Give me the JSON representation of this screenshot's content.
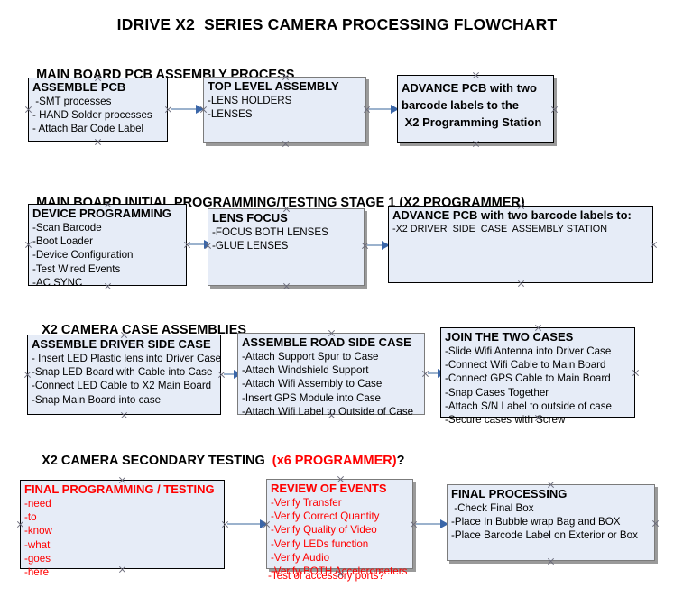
{
  "document": {
    "title": "IDRIVE X2  SERIES CAMERA PROCESSING FLOWCHART",
    "background": "#ffffff",
    "box_fill": "#e6ecf7",
    "accent_red": "#ff0000",
    "connector_color": "#9bb2cd",
    "arrowhead_color": "#3a66a8"
  },
  "sections": [
    {
      "heading": "MAIN BOARD PCB ASSEMBLY PROCESS",
      "heading_red": "",
      "heading_tail": ""
    },
    {
      "heading": "MAIN BOARD INITIAL PROGRAMMING/TESTING STAGE 1 (X2 PROGRAMMER)",
      "heading_red": "",
      "heading_tail": ""
    },
    {
      "heading": "X2 CAMERA CASE ASSEMBLIES",
      "heading_red": "",
      "heading_tail": ""
    },
    {
      "heading": "X2 CAMERA SECONDARY TESTING  ",
      "heading_red": "(x6 PROGRAMMER)",
      "heading_tail": "?"
    }
  ],
  "boxes": {
    "assemble_pcb": {
      "title": "ASSEMBLE PCB",
      "lines": [
        " -SMT processes",
        "- HAND Solder processes",
        "- Attach Bar Code Label"
      ]
    },
    "top_level_assembly": {
      "title": "TOP LEVEL ASSEMBLY",
      "lines": [
        "-LENS HOLDERS",
        "-LENSES"
      ]
    },
    "advance_pcb_station": {
      "title": "ADVANCE PCB with two\nbarcode labels to the\n X2 Programming Station",
      "lines": []
    },
    "device_programming": {
      "title": "DEVICE PROGRAMMING",
      "lines": [
        "-Scan Barcode",
        "-Boot Loader",
        "-Device Configuration",
        "-Test Wired Events",
        "-AC SYNC"
      ]
    },
    "lens_focus": {
      "title": "LENS FOCUS",
      "lines": [
        "-FOCUS BOTH LENSES",
        "-GLUE LENSES"
      ]
    },
    "advance_pcb_driver_side": {
      "title": "ADVANCE PCB with two barcode labels to:",
      "lines": [
        "-X2 DRIVER  SIDE  CASE  ASSEMBLY STATION"
      ]
    },
    "assemble_driver_side_case": {
      "title": "ASSEMBLE DRIVER SIDE CASE",
      "lines": [
        "- Insert LED Plastic lens into Driver Case",
        "-Snap LED Board with Cable into Case",
        "-Connect LED Cable to X2 Main Board",
        "-Snap Main Board into case"
      ]
    },
    "assemble_road_side_case": {
      "title": "ASSEMBLE ROAD SIDE CASE",
      "lines": [
        "-Attach Support Spur to Case",
        "-Attach Windshield Support",
        "-Attach Wifi Assembly to Case",
        "-Insert GPS Module into Case",
        "-Attach Wifi Label to Outside of Case"
      ]
    },
    "join_the_two_cases": {
      "title": "JOIN THE TWO CASES",
      "lines": [
        "-Slide Wifi Antenna into Driver Case",
        "-Connect Wifi Cable to Main Board",
        "-Connect GPS Cable to Main Board",
        "-Snap Cases Together",
        "-Attach S/N Label to outside of case",
        "-Secure cases with Screw"
      ]
    },
    "final_programming_testing": {
      "title": "FINAL PROGRAMMING / TESTING",
      "lines": [
        "-need",
        "-to",
        "-know",
        "-what",
        "-goes",
        "-here"
      ]
    },
    "review_of_events": {
      "title": "REVIEW OF EVENTS",
      "lines": [
        "-Verify Transfer",
        "-Verify Correct Quantity",
        "-Verify Quality of Video",
        "-Verify LEDs function",
        "-Verify Audio",
        "-Verify BOTH Accelerometers"
      ],
      "overflow_line": "-Test of accessory ports?"
    },
    "final_processing": {
      "title": "FINAL PROCESSING",
      "lines": [
        " -Check Final Box",
        "-Place In Bubble wrap Bag and BOX",
        "-Place Barcode Label on Exterior or Box"
      ]
    }
  }
}
